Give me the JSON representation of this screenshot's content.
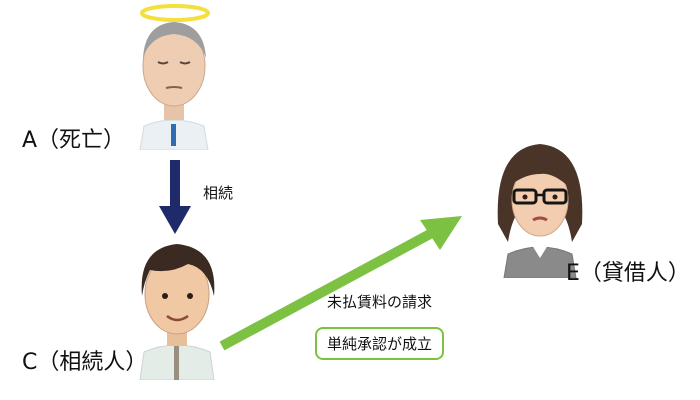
{
  "persons": {
    "a": {
      "label": "A（死亡）"
    },
    "c": {
      "label": "C（相続人）"
    },
    "e": {
      "label": "E（貸借人）"
    }
  },
  "relations": {
    "inherit_label": "相続",
    "claim_label": "未払賃料の請求",
    "result_label": "単純承認が成立"
  },
  "colors": {
    "inherit_arrow": "#1f2a6b",
    "claim_arrow": "#7cc142",
    "halo": "#f3e03a",
    "box_border": "#7cc142"
  }
}
